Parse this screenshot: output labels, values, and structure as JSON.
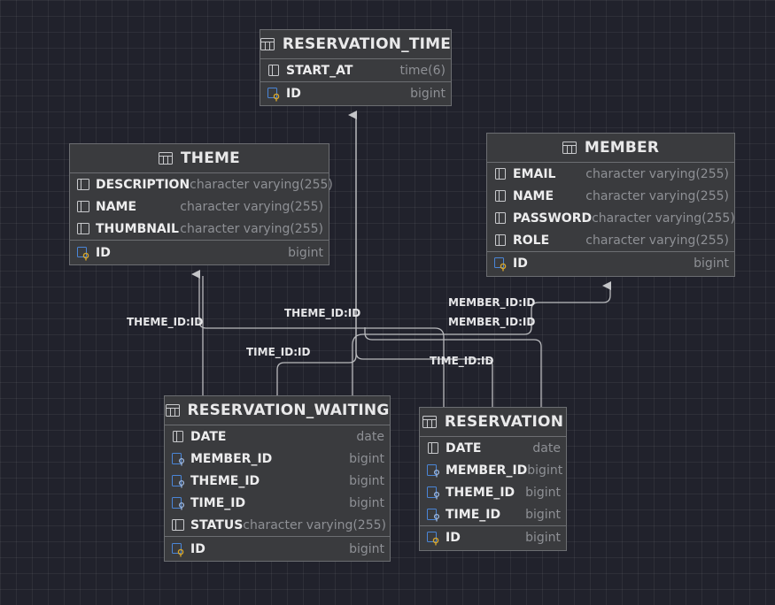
{
  "tables": {
    "reservation_time": {
      "name": "RESERVATION_TIME",
      "columns": [
        {
          "name": "START_AT",
          "type": "time(6)",
          "icon": "column-icon"
        }
      ],
      "keys": [
        {
          "name": "ID",
          "type": "bigint",
          "icon": "primary-key-icon"
        }
      ]
    },
    "theme": {
      "name": "THEME",
      "columns": [
        {
          "name": "DESCRIPTION",
          "type": "character varying(255)",
          "icon": "column-icon"
        },
        {
          "name": "NAME",
          "type": "character varying(255)",
          "icon": "column-icon"
        },
        {
          "name": "THUMBNAIL",
          "type": "character varying(255)",
          "icon": "column-icon"
        }
      ],
      "keys": [
        {
          "name": "ID",
          "type": "bigint",
          "icon": "primary-key-icon"
        }
      ]
    },
    "member": {
      "name": "MEMBER",
      "columns": [
        {
          "name": "EMAIL",
          "type": "character varying(255)",
          "icon": "column-icon"
        },
        {
          "name": "NAME",
          "type": "character varying(255)",
          "icon": "column-icon"
        },
        {
          "name": "PASSWORD",
          "type": "character varying(255)",
          "icon": "column-icon"
        },
        {
          "name": "ROLE",
          "type": "character varying(255)",
          "icon": "column-icon"
        }
      ],
      "keys": [
        {
          "name": "ID",
          "type": "bigint",
          "icon": "primary-key-icon"
        }
      ]
    },
    "reservation_waiting": {
      "name": "RESERVATION_WAITING",
      "columns": [
        {
          "name": "DATE",
          "type": "date",
          "icon": "column-icon"
        },
        {
          "name": "MEMBER_ID",
          "type": "bigint",
          "icon": "foreign-key-icon"
        },
        {
          "name": "THEME_ID",
          "type": "bigint",
          "icon": "foreign-key-icon"
        },
        {
          "name": "TIME_ID",
          "type": "bigint",
          "icon": "foreign-key-icon"
        },
        {
          "name": "STATUS",
          "type": "character varying(255)",
          "icon": "column-icon"
        }
      ],
      "keys": [
        {
          "name": "ID",
          "type": "bigint",
          "icon": "primary-key-icon"
        }
      ]
    },
    "reservation": {
      "name": "RESERVATION",
      "columns": [
        {
          "name": "DATE",
          "type": "date",
          "icon": "column-icon"
        },
        {
          "name": "MEMBER_ID",
          "type": "bigint",
          "icon": "foreign-key-icon"
        },
        {
          "name": "THEME_ID",
          "type": "bigint",
          "icon": "foreign-key-icon"
        },
        {
          "name": "TIME_ID",
          "type": "bigint",
          "icon": "foreign-key-icon"
        }
      ],
      "keys": [
        {
          "name": "ID",
          "type": "bigint",
          "icon": "primary-key-icon"
        }
      ]
    }
  },
  "relations": {
    "waiting_theme": "THEME_ID:ID",
    "waiting_time": "TIME_ID:ID",
    "reservation_theme": "THEME_ID:ID",
    "reservation_time": "TIME_ID:ID",
    "reservation_member": "MEMBER_ID:ID",
    "waiting_member": "MEMBER_ID:ID"
  },
  "colors": {
    "canvas": "#21222c",
    "table_bg": "#3a3b3e",
    "border": "#6c6e72",
    "text": "#e9e9ea",
    "type_text": "#8e9095",
    "connector": "#b9babd",
    "key_gold": "#d6a52b",
    "key_blue": "#4a86d8"
  }
}
